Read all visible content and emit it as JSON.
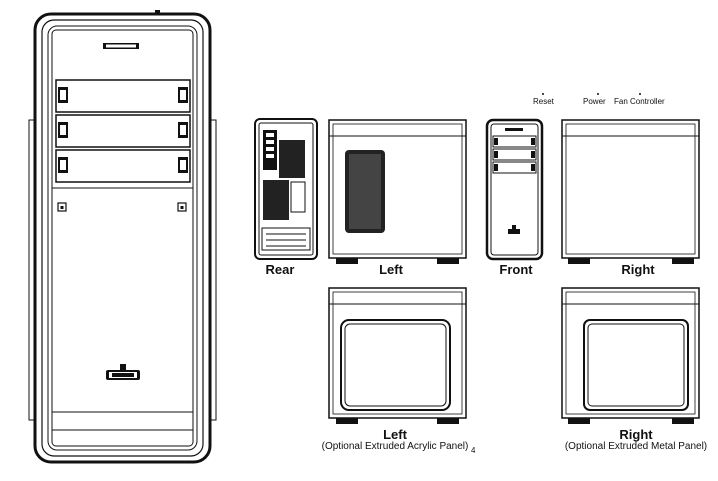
{
  "controls": {
    "reset": "Reset",
    "power": "Power",
    "fan_controller": "Fan Controller"
  },
  "views": {
    "rear": "Rear",
    "left": "Left",
    "front": "Front",
    "right": "Right",
    "left_optional": "Left",
    "left_optional_note": "(Optional Extruded Acrylic Panel)",
    "right_optional": "Right",
    "right_optional_note": "(Optional Extruded Metal Panel)"
  },
  "page_number": "4"
}
